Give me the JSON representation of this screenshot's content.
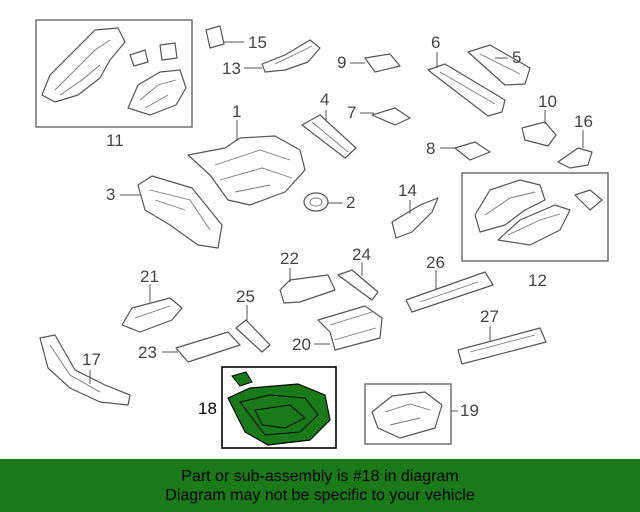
{
  "diagram": {
    "callouts": {
      "c1": "1",
      "c2": "2",
      "c3": "3",
      "c4": "4",
      "c5": "5",
      "c6": "6",
      "c7": "7",
      "c8": "8",
      "c9": "9",
      "c10": "10",
      "c11": "11",
      "c12": "12",
      "c13": "13",
      "c14": "14",
      "c15": "15",
      "c16": "16",
      "c17": "17",
      "c18": "18",
      "c19": "19",
      "c20": "20",
      "c21": "21",
      "c22": "22",
      "c23": "23",
      "c24": "24",
      "c25": "25",
      "c26": "26",
      "c27": "27"
    },
    "highlight_color": "#1a7a1a",
    "line_color": "#555555"
  },
  "banner": {
    "line1": "Part or sub-assembly is #18 in diagram",
    "line2": "Diagram may not be specific to your vehicle",
    "color": "#1a7a1a"
  }
}
